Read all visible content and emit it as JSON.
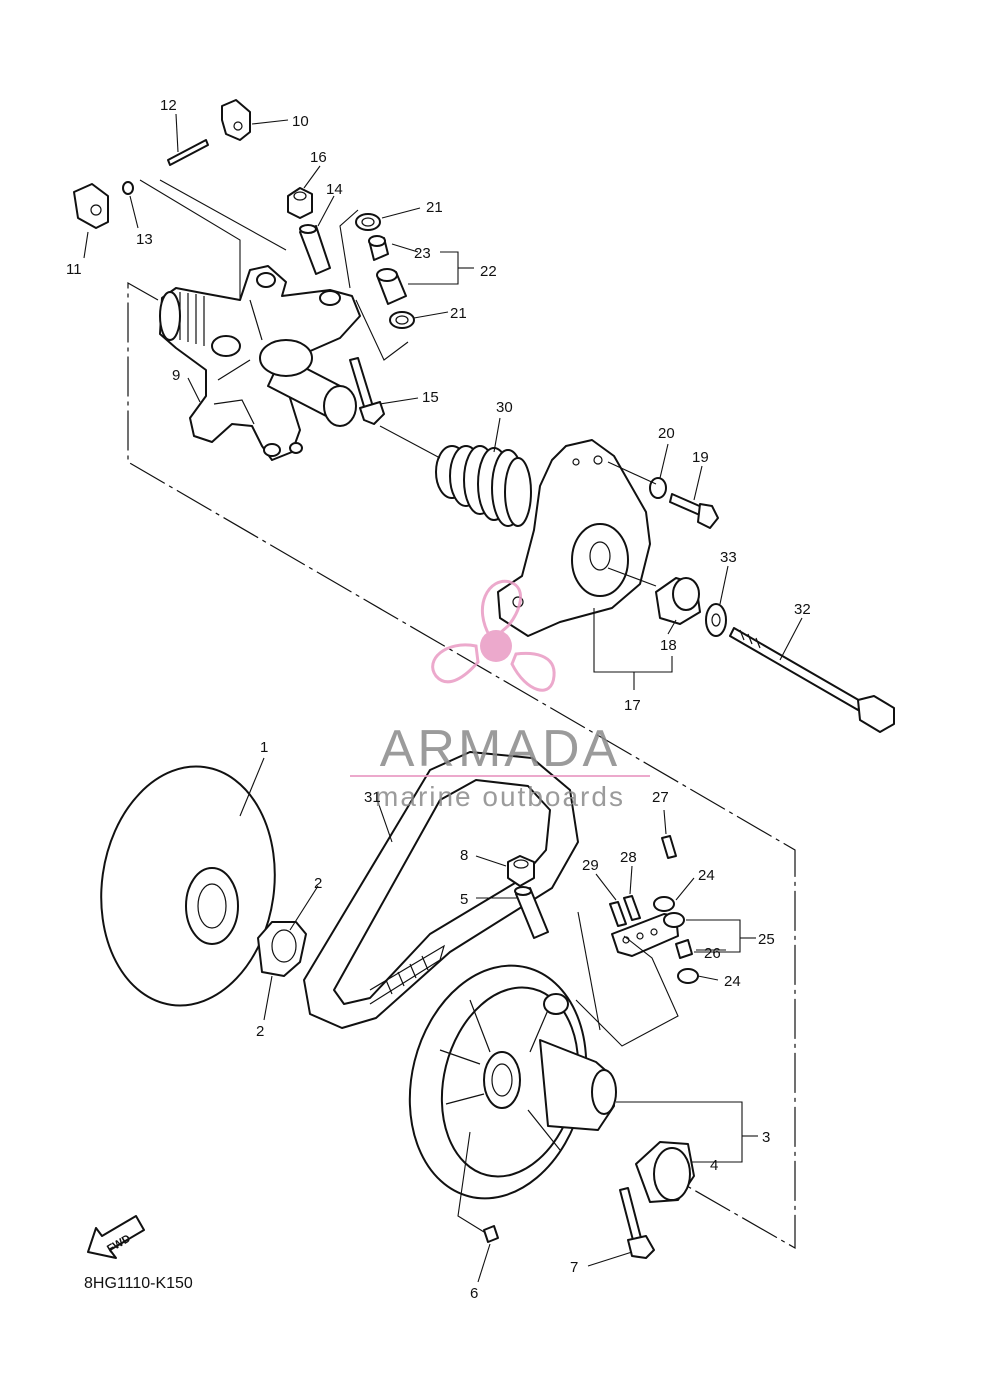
{
  "diagram": {
    "code": "8HG1110-K150",
    "fwd_label": "FWD",
    "callouts": {
      "c1": "1",
      "c2a": "2",
      "c2b": "2",
      "c3": "3",
      "c4": "4",
      "c5": "5",
      "c6": "6",
      "c7": "7",
      "c8": "8",
      "c9": "9",
      "c10": "10",
      "c11": "11",
      "c12": "12",
      "c13": "13",
      "c14": "14",
      "c15": "15",
      "c16": "16",
      "c17": "17",
      "c18": "18",
      "c19": "19",
      "c20": "20",
      "c21a": "21",
      "c21b": "21",
      "c22": "22",
      "c23": "23",
      "c24a": "24",
      "c24b": "24",
      "c25": "25",
      "c26": "26",
      "c27": "27",
      "c28": "28",
      "c29": "29",
      "c30": "30",
      "c31": "31",
      "c32": "32",
      "c33": "33"
    }
  },
  "watermark": {
    "brand": "ARMADA",
    "tagline": "marine outboards",
    "color": "#e99bc4"
  }
}
